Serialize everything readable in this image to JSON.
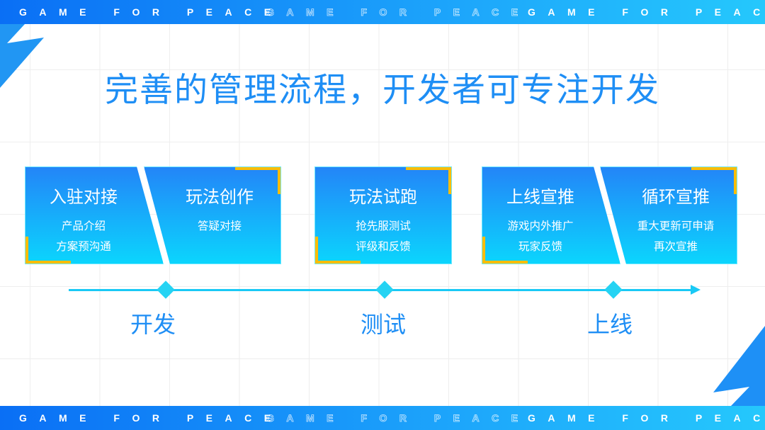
{
  "banner": {
    "text": "GAME FOR PEACE"
  },
  "title": "完善的管理流程，开发者可专注开发",
  "cards": [
    {
      "title": "入驻对接",
      "lines": [
        "产品介绍",
        "方案预沟通"
      ]
    },
    {
      "title": "玩法创作",
      "lines": [
        "答疑对接"
      ]
    },
    {
      "title": "玩法试跑",
      "lines": [
        "抢先服测试",
        "评级和反馈"
      ]
    },
    {
      "title": "上线宣推",
      "lines": [
        "游戏内外推广",
        "玩家反馈"
      ]
    },
    {
      "title": "循环宣推",
      "lines": [
        "重大更新可申请",
        "再次宣推"
      ]
    }
  ],
  "stages": [
    "开发",
    "测试",
    "上线"
  ],
  "colors": {
    "primary": "#1e8ef5",
    "accent": "#fbbd06",
    "timeline": "#19c9f5"
  }
}
